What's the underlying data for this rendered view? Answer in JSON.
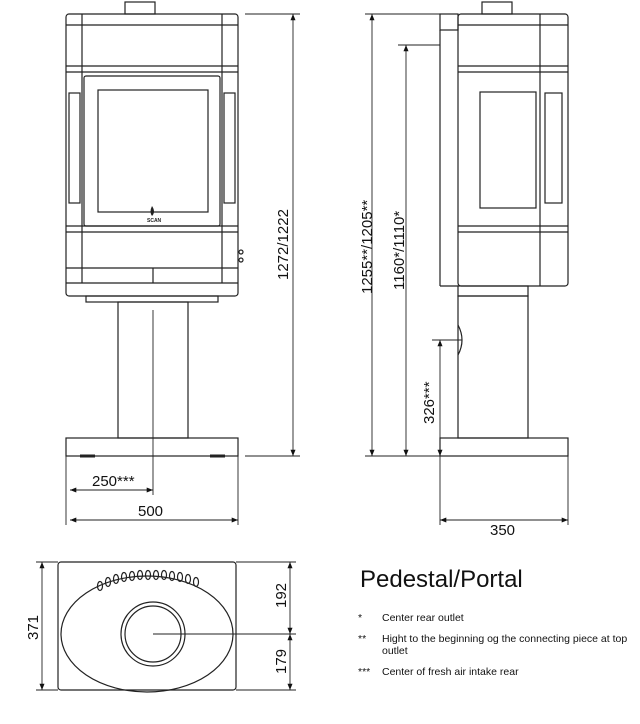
{
  "title": "Pedestal/Portal",
  "dimensions": {
    "front_width": "500",
    "front_intake": "250***",
    "front_height": "1272/1222",
    "side_height_outer": "1255**/1205**",
    "side_height_inner": "1160*/1110*",
    "side_intake": "326***",
    "side_depth": "350",
    "top_depth": "371",
    "top_upper": "192",
    "top_lower": "179"
  },
  "logo_text": "SCAN",
  "notes": [
    {
      "mark": "*",
      "text": "Center rear outlet"
    },
    {
      "mark": "**",
      "text": "Hight to the beginning og the connecting piece at top outlet"
    },
    {
      "mark": "***",
      "text": "Center of fresh air intake rear"
    }
  ]
}
